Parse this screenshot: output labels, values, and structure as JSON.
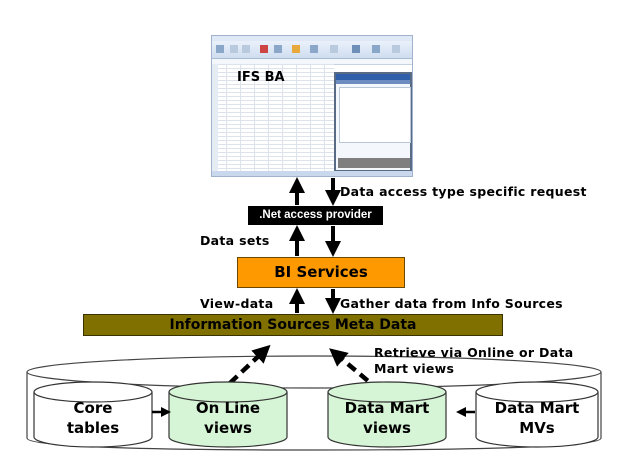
{
  "diagram": {
    "client_app": {
      "label": "IFS BA",
      "description": "Excel screenshot with BI Design panel"
    },
    "boxes": {
      "net_provider": ".Net  access provider",
      "bi_services": "BI Services",
      "meta_data": "Information Sources Meta Data"
    },
    "labels": {
      "data_access_request": "Data access type specific request",
      "data_sets": "Data sets",
      "view_data": "View-data",
      "gather_data": "Gather data from Info Sources",
      "retrieve_line1": "Retrieve via Online or Data",
      "retrieve_line2": "Mart views"
    },
    "databases": [
      {
        "line1": "Core",
        "line2": "tables",
        "fill": "#ffffff"
      },
      {
        "line1": "On Line",
        "line2": "views",
        "fill": "#d6f5d6"
      },
      {
        "line1": "Data Mart",
        "line2": "views",
        "fill": "#d6f5d6"
      },
      {
        "line1": "Data Mart",
        "line2": "MVs",
        "fill": "#ffffff"
      }
    ],
    "colors": {
      "bi_services": "#ff9900",
      "meta_data": "#807000",
      "view_cylinder": "#d6f5d6",
      "net_provider": "#000000"
    }
  }
}
